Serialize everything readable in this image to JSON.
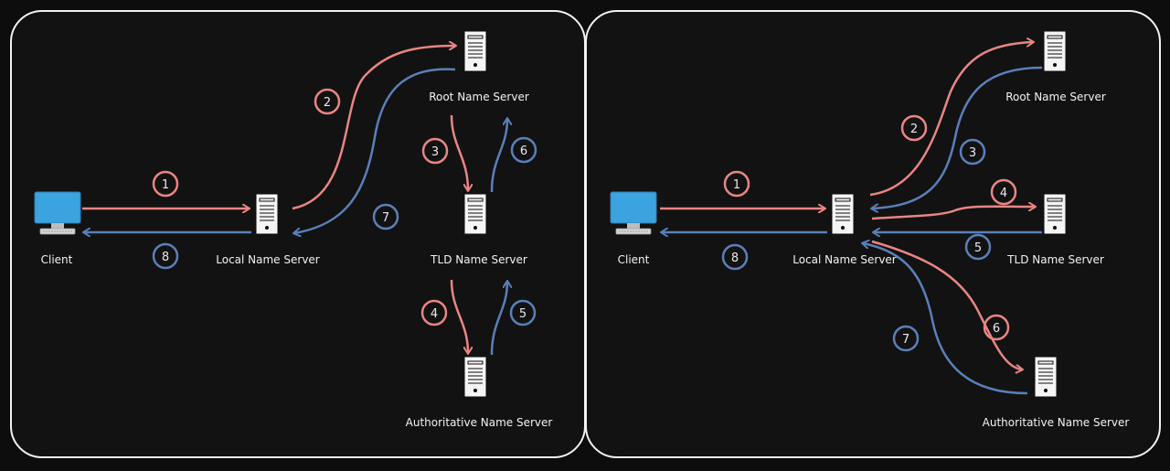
{
  "colors": {
    "background": "#0d0d0d",
    "panel": "#121212",
    "border": "#f2f2f2",
    "request": "#e88585",
    "response": "#5b7fb8",
    "monitor": "#3ba3e0",
    "server": "#f5f5f5"
  },
  "diagrams": [
    {
      "name": "iterative",
      "nodes": [
        {
          "id": "client",
          "label": "Client",
          "icon": "monitor-icon"
        },
        {
          "id": "local",
          "label": "Local Name Server",
          "icon": "server-icon"
        },
        {
          "id": "root",
          "label": "Root Name Server",
          "icon": "server-icon"
        },
        {
          "id": "tld",
          "label": "TLD Name Server",
          "icon": "server-icon"
        },
        {
          "id": "auth",
          "label": "Authoritative Name Server",
          "icon": "server-icon"
        }
      ],
      "steps": [
        {
          "label": "1",
          "kind": "request"
        },
        {
          "label": "2",
          "kind": "request"
        },
        {
          "label": "3",
          "kind": "request"
        },
        {
          "label": "4",
          "kind": "request"
        },
        {
          "label": "5",
          "kind": "response"
        },
        {
          "label": "6",
          "kind": "response"
        },
        {
          "label": "7",
          "kind": "response"
        },
        {
          "label": "8",
          "kind": "response"
        }
      ]
    },
    {
      "name": "recursive",
      "nodes": [
        {
          "id": "client",
          "label": "Client",
          "icon": "monitor-icon"
        },
        {
          "id": "local",
          "label": "Local Name Server",
          "icon": "server-icon"
        },
        {
          "id": "root",
          "label": "Root Name Server",
          "icon": "server-icon"
        },
        {
          "id": "tld",
          "label": "TLD Name Server",
          "icon": "server-icon"
        },
        {
          "id": "auth",
          "label": "Authoritative Name Server",
          "icon": "server-icon"
        }
      ],
      "steps": [
        {
          "label": "1",
          "kind": "request"
        },
        {
          "label": "2",
          "kind": "request"
        },
        {
          "label": "3",
          "kind": "response"
        },
        {
          "label": "4",
          "kind": "request"
        },
        {
          "label": "5",
          "kind": "response"
        },
        {
          "label": "6",
          "kind": "request"
        },
        {
          "label": "7",
          "kind": "response"
        },
        {
          "label": "8",
          "kind": "response"
        }
      ]
    }
  ]
}
